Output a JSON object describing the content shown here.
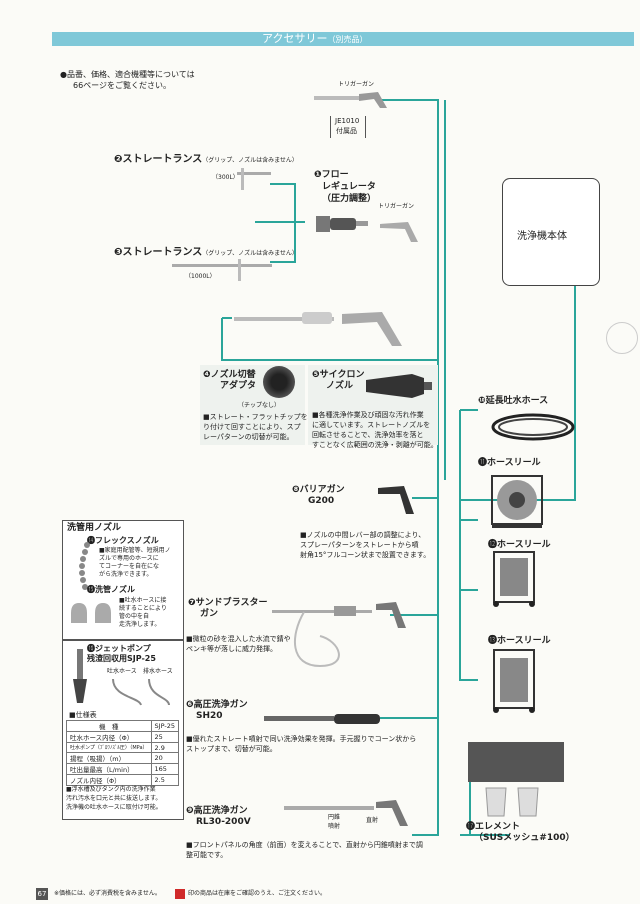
{
  "header": {
    "title": "アクセサリー",
    "subtitle": "（別売品）"
  },
  "note_top": [
    "●品番、価格、適合機種等については",
    "66ページをご覧ください。"
  ],
  "trigger_gun_top": {
    "label": "トリガーガン",
    "tag": [
      "JE1010",
      "付属品"
    ]
  },
  "item2": {
    "num": "❷",
    "title": "ストレートランス",
    "sub": "（グリップ、ノズルは含みません）",
    "size": "（300L）"
  },
  "item3": {
    "num": "❸",
    "title": "ストレートランス",
    "sub": "（グリップ、ノズルは含みません）",
    "size": "（1000L）"
  },
  "item1": {
    "num": "❶",
    "lines": [
      "フロー",
      "レギュレータ",
      "（圧力調整）"
    ],
    "gun_label": "トリガーガン"
  },
  "machine": {
    "label": "洗浄機本体"
  },
  "item4": {
    "num": "❹",
    "lines": [
      "ノズル切替",
      "アダプタ"
    ],
    "tip": "（チップなし）",
    "desc": [
      "■ストレート・フラットチップを取",
      "り付けて回すことにより、スプ",
      "レーパターンの切替が可能。"
    ]
  },
  "item5": {
    "num": "❺",
    "lines": [
      "サイクロン",
      "ノズル"
    ],
    "desc": [
      "■各種洗浄作業及び頑固な汚れ作業",
      "に適しています。ストレートノズルを",
      "回転させることで、洗浄効率を落と",
      "すことなく広範囲の洗浄・剥離が可能。"
    ]
  },
  "item10": {
    "num": "❿",
    "title": "延長吐水ホース"
  },
  "item11": {
    "num": "⓫",
    "title": "ホースリール"
  },
  "item12": {
    "num": "⓬",
    "title": "ホースリール"
  },
  "item13": {
    "num": "⓭",
    "title": "ホースリール"
  },
  "item8": {
    "num": "❽",
    "lines": [
      "バリアガン",
      "G200"
    ],
    "desc": [
      "■ノズルの中間レバー部の調整により、",
      "スプレーパターンをストレートから噴",
      "射角15°フルコーン状まで設置できます。"
    ]
  },
  "sewer": {
    "heading": "洗管用ノズル",
    "item14": {
      "num": "⓮",
      "title": "フレックスノズル",
      "desc": [
        "■家庭用配管等、短規用ノ",
        "ズルで専用のホースに",
        "てコーナーを自在にな",
        "がら洗浄できます。"
      ]
    },
    "item15": {
      "num": "⓯",
      "title": "洗管ノズル",
      "desc": [
        "■吐水ホースに接",
        "続することにより",
        "管の中を自",
        "走洗浄します。"
      ]
    }
  },
  "item7": {
    "num": "❼",
    "lines": [
      "サンドブラスター",
      "ガン"
    ],
    "desc": [
      "■微粒の砂を混入した水流で錆や",
      "ペンキ等が落しに威力発揮。"
    ]
  },
  "item16": {
    "num": "⓰",
    "lines": [
      "ジェットポンプ",
      "残渣回収用SJP-25"
    ],
    "hose_labels": [
      "吐水ホース",
      "排水ホース"
    ],
    "spec_title": "■仕様表",
    "spec_header": [
      "機　種",
      "SJP-25"
    ],
    "spec_rows": [
      [
        "吐水ホース内径（Φ）",
        "25"
      ],
      [
        "吐水ポンプ（ﾌﾞﾛﾜﾉｽﾞﾙ圧）（MPa）",
        "2.9"
      ],
      [
        "揚程（吸揚）（m）",
        "20"
      ],
      [
        "吐出量最高（L/min）",
        "165"
      ],
      [
        "ノズル内径（Φ）",
        "2.5"
      ]
    ],
    "desc": [
      "■浮水槽及びタンク内の洗浄作業",
      "汚れ汚水を口元と共に抜送します。",
      "洗浄機の吐水ホースに取付け可能。"
    ]
  },
  "item6": {
    "num": "❻",
    "lines": [
      "高圧洗浄ガン",
      "SH20"
    ],
    "desc": [
      "■優れたストレート噴射で同い洗浄効果を発揮。手元握りでコーン状から",
      "ストップまで、切替が可能。"
    ]
  },
  "item9": {
    "num": "❾",
    "lines": [
      "高圧洗浄ガン",
      "RL30-200V"
    ],
    "spray_labels": [
      "円錐",
      "噴射",
      "直射"
    ],
    "desc": [
      "■フロントパネルの角度（前面）を変えることで、直射から円錐噴射まで調",
      "整可能です。"
    ]
  },
  "item17": {
    "num": "⓱",
    "lines": [
      "エレメント",
      "（SUSメッシュ#100）"
    ]
  },
  "footer": {
    "page": "67",
    "note1": "※価格には、必ず消費税を含みません。",
    "note2": "印の商品は在庫をご確認のうえ、ご注文ください。"
  },
  "colors": {
    "header_bg": "#7fc8d8",
    "line": "#2aa59a",
    "accent": "#d02a2a"
  }
}
